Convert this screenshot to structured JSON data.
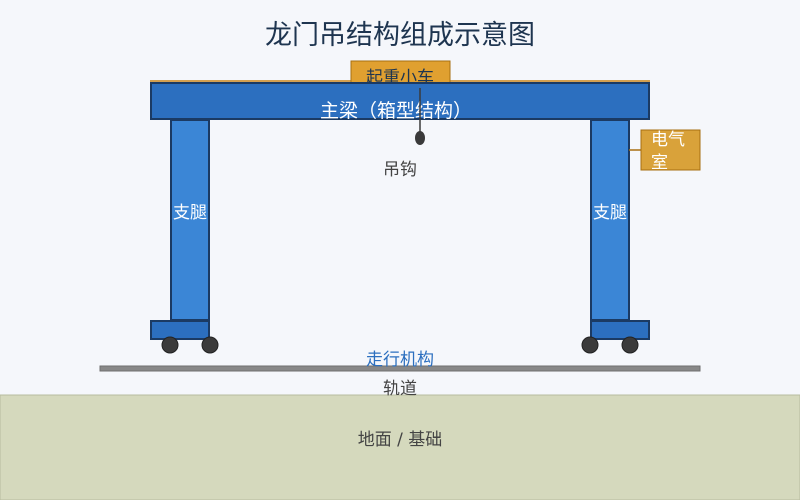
{
  "title": "龙门吊结构组成示意图",
  "labels": {
    "trolley": "起重小车",
    "main_beam": "主梁（箱型结构）",
    "hook": "吊钩",
    "leg_left": "支腿",
    "leg_right": "支腿",
    "electrical_room": "电气室",
    "travel_mechanism": "走行机构",
    "rail": "轨道",
    "ground": "地面 / 基础"
  },
  "colors": {
    "background": "#f5f7fb",
    "beam": "#2c6fbf",
    "leg": "#3b86d6",
    "outline": "#1b3a63",
    "trolley": "#e0a030",
    "cabin": "#d9a23a",
    "rail": "#888888",
    "ground": "#d5d9bd",
    "wheel": "#3a3a3a",
    "title": "#1e3550",
    "label_dark": "#444444",
    "label_light": "#ffffff",
    "label_blue": "#2c6fbf"
  }
}
